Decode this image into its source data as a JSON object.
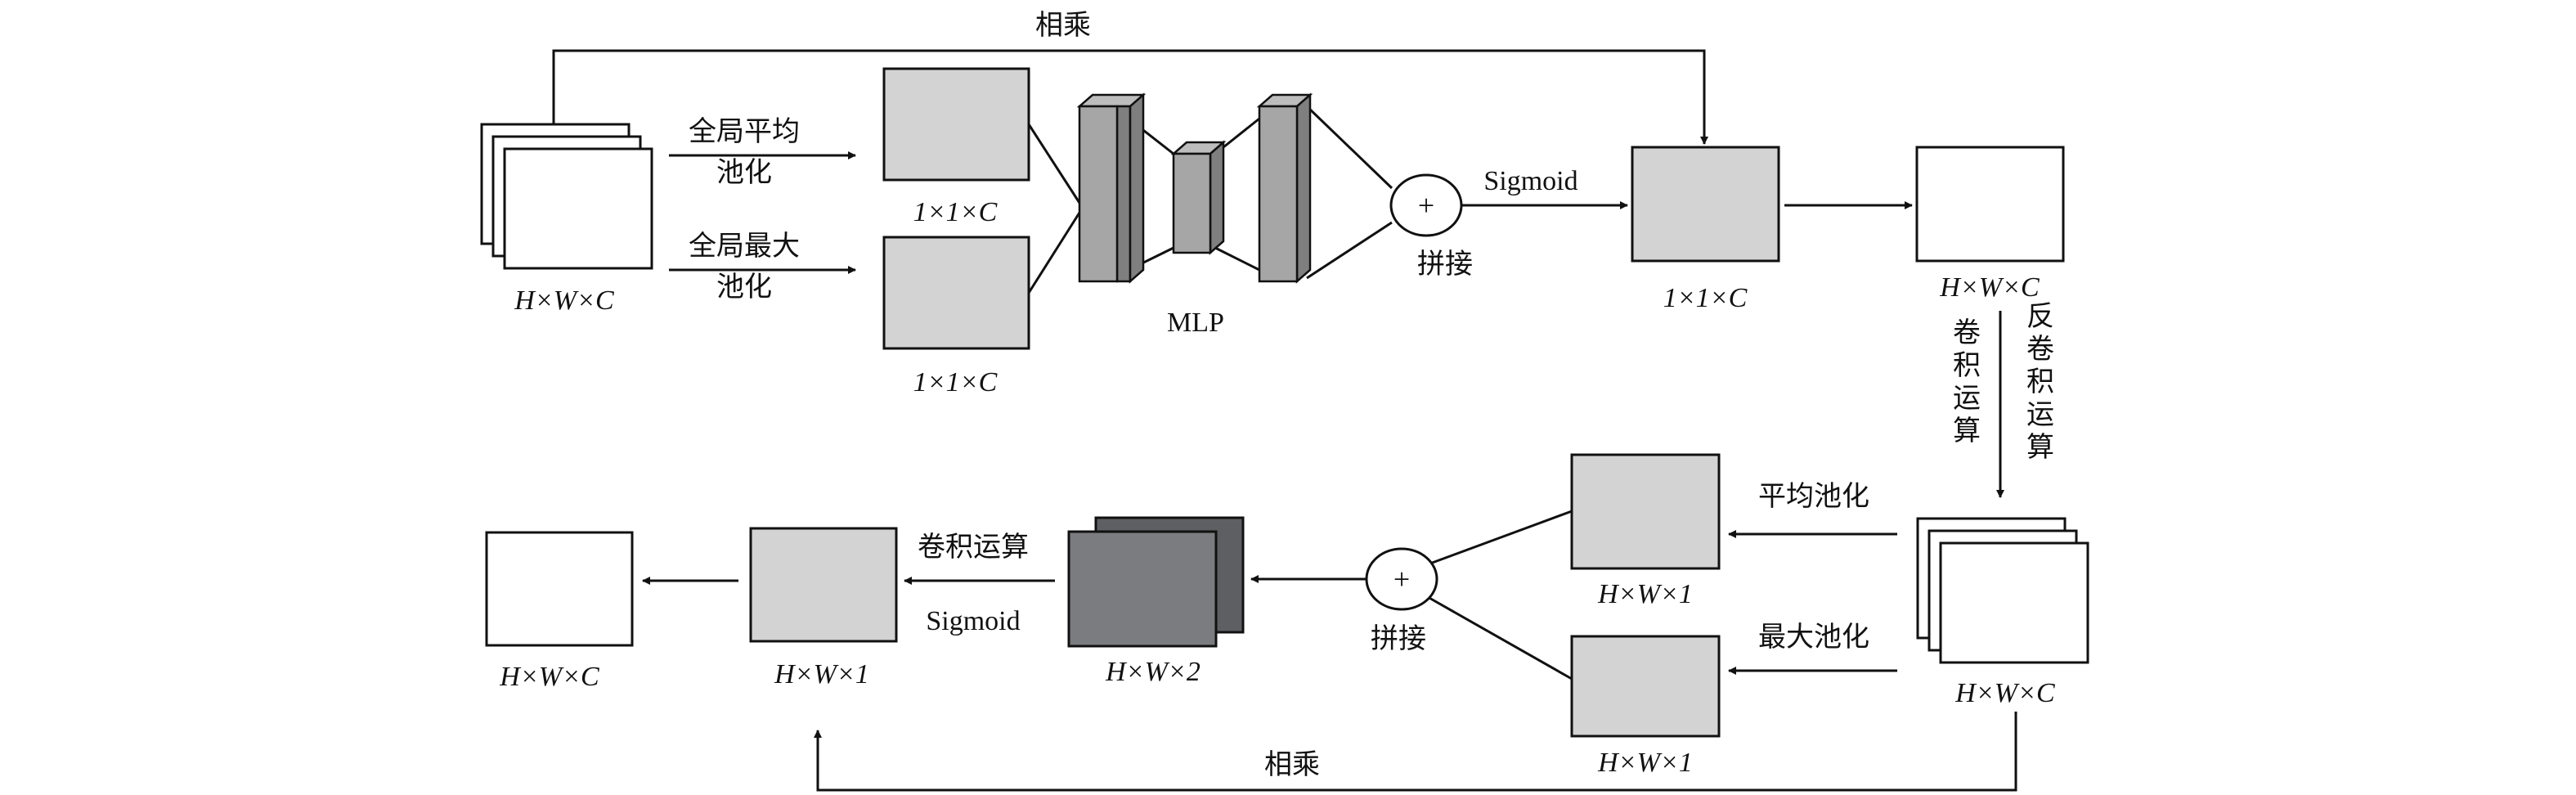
{
  "colors": {
    "stroke": "#111111",
    "light_gray": "#d3d3d3",
    "mlp_front": "#a6a6a6",
    "mlp_side": "#7f7f7f",
    "mlp_top": "#bdbdbd",
    "dark_gray": "#7b7c80",
    "white": "#ffffff"
  },
  "channel": {
    "multiply_top": "相乘",
    "input_dim": "H×W×C",
    "avg_pool_line1": "全局平均",
    "avg_pool_line2": "池化",
    "max_pool_line1": "全局最大",
    "max_pool_line2": "池化",
    "avg_feature_dim": "1×1×C",
    "max_feature_dim": "1×1×C",
    "mlp": "MLP",
    "plus_symbol": "+",
    "concat": "拼接",
    "sigmoid": "Sigmoid",
    "weight_dim": "1×1×C",
    "output_dim": "H×W×C"
  },
  "transition": {
    "conv_chars": [
      "卷",
      "积",
      "运",
      "算"
    ],
    "deconv_chars": [
      "反",
      "卷",
      "积",
      "运",
      "算"
    ]
  },
  "spatial": {
    "input_dim": "H×W×C",
    "avg_pool": "平均池化",
    "max_pool": "最大池化",
    "avg_feature_dim": "H×W×1",
    "max_feature_dim": "H×W×1",
    "plus_symbol": "+",
    "concat": "拼接",
    "stacked_dim": "H×W×2",
    "conv": "卷积运算",
    "sigmoid": "Sigmoid",
    "weight_dim": "H×W×1",
    "output_dim": "H×W×C",
    "multiply_bottom": "相乘"
  }
}
